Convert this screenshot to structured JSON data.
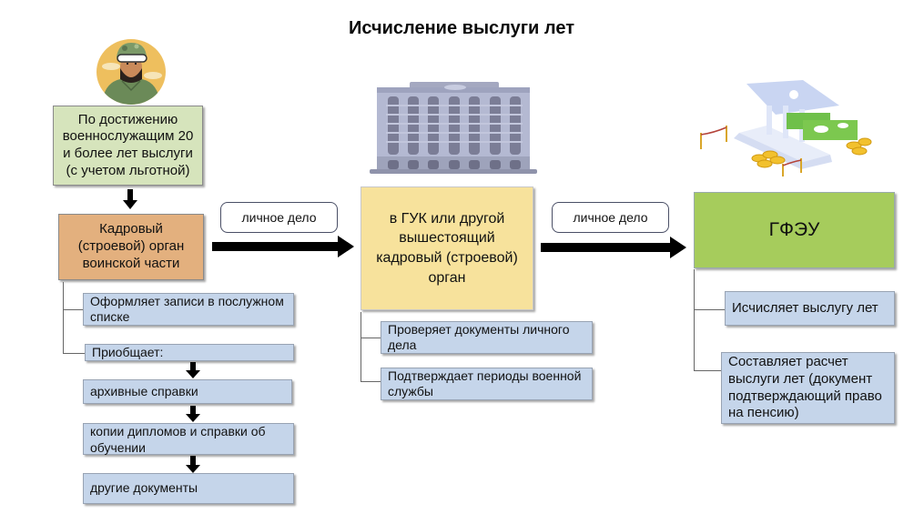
{
  "title": "Исчисление выслуги лет",
  "icons": {
    "soldier": "soldier-avatar-icon",
    "building": "office-building-icon",
    "bank": "bank-with-money-icon"
  },
  "colors": {
    "condition_box": "#d6e4bc",
    "unit_box": "#e3b07e",
    "guk_box": "#f7e29c",
    "gfeu_box": "#a6cc5c",
    "task_box": "#c5d5ea",
    "arrow": "#000000"
  },
  "column1": {
    "condition": "По достижению военнослужащим 20 и более лет выслуги (с учетом льготной)",
    "unit": "Кадровый (строевой) орган воинской части",
    "tasks": [
      "Оформляет записи в послужном списке",
      "Приобщает:"
    ],
    "attachments": [
      "архивные справки",
      "копии дипломов и справки об обучении",
      "другие документы"
    ]
  },
  "transfer1": {
    "label": "личное дело"
  },
  "column2": {
    "body": "в ГУК или другой вышестоящий кадровый (строевой) орган",
    "tasks": [
      "Проверяет документы личного дела",
      "Подтверждает периоды военной службы"
    ]
  },
  "transfer2": {
    "label": "личное дело"
  },
  "column3": {
    "body": "ГФЭУ",
    "tasks": [
      "Исчисляет выслугу лет",
      "Составляет расчет выслуги лет (документ подтверждающий право на пенсию)"
    ]
  }
}
